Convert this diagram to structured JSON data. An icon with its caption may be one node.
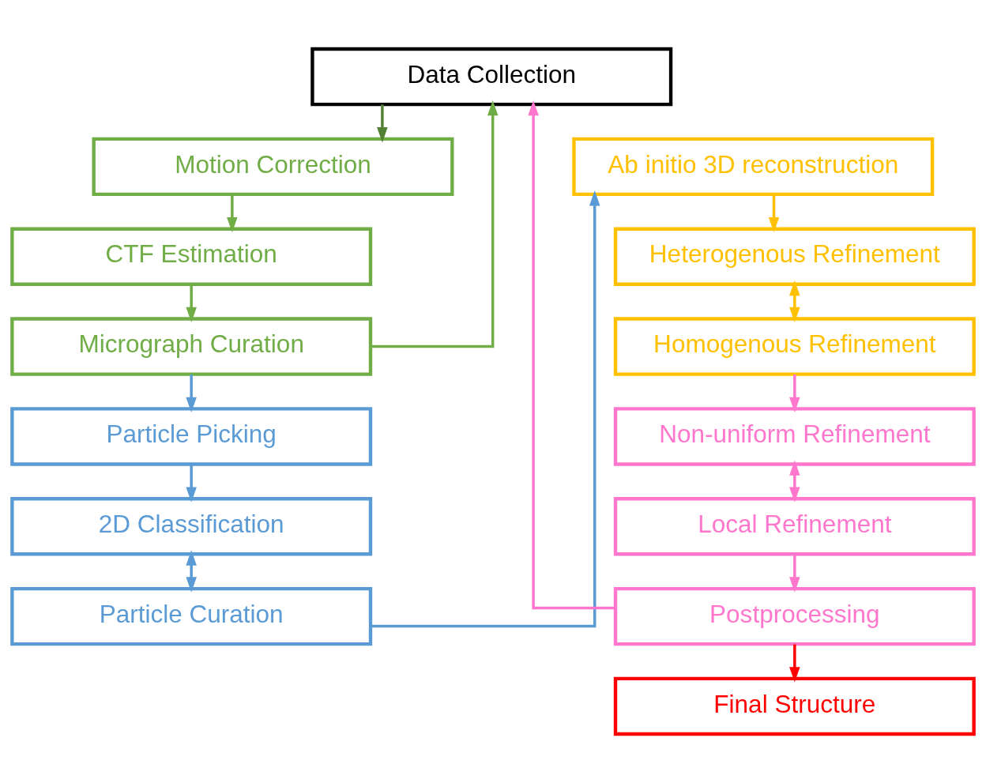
{
  "diagram": {
    "nodes": [
      {
        "text": [
          "Data Collection"
        ]
      },
      {
        "text": [
          "Motion Correction"
        ]
      },
      {
        "text": [
          "CTF Estimation"
        ]
      },
      {
        "text": [
          "Micrograph Curation"
        ]
      },
      {
        "text": [
          "Particle Picking"
        ]
      },
      {
        "text": [
          "2D Classification"
        ]
      },
      {
        "text": [
          "Particle Curation"
        ]
      },
      {
        "text": [
          "Ab initio 3D reconstruction"
        ]
      },
      {
        "text": [
          "Heterogenous Refinement"
        ]
      },
      {
        "text": [
          "Homogenous Refinement"
        ]
      },
      {
        "text": [
          "Non-uniform Refinement"
        ]
      },
      {
        "text": [
          "Local Refinement"
        ]
      },
      {
        "text": [
          "Postprocessing"
        ]
      },
      {
        "text": [
          "Final Structure"
        ]
      }
    ],
    "edges": [
      {
        "from": 0,
        "to": 1,
        "arrow": "to",
        "color": "#548235"
      },
      {
        "from": 1,
        "to": 2,
        "arrow": "to",
        "color": "#70ad47"
      },
      {
        "from": 2,
        "to": 3,
        "arrow": "to",
        "color": "#70ad47"
      },
      {
        "from": 3,
        "to": 0,
        "arrow": "to",
        "color": "#70ad47"
      },
      {
        "from": 3,
        "to": 4,
        "arrow": "to",
        "color": "#5b9bd5"
      },
      {
        "from": 4,
        "to": 5,
        "arrow": "to",
        "color": "#5b9bd5"
      },
      {
        "from": 5,
        "to": 6,
        "arrow": "both",
        "color": "#5b9bd5"
      },
      {
        "from": 6,
        "to": 7,
        "arrow": "to",
        "color": "#5b9bd5"
      },
      {
        "from": 7,
        "to": 8,
        "arrow": "to",
        "color": "#ffc000"
      },
      {
        "from": 8,
        "to": 9,
        "arrow": "both",
        "color": "#ffc000"
      },
      {
        "from": 9,
        "to": 10,
        "arrow": "to",
        "color": "#ff77cc"
      },
      {
        "from": 10,
        "to": 11,
        "arrow": "both",
        "color": "#ff77cc"
      },
      {
        "from": 11,
        "to": 12,
        "arrow": "to",
        "color": "#ff77cc"
      },
      {
        "from": 12,
        "to": 0,
        "arrow": "to",
        "color": "#ff77cc"
      },
      {
        "from": 12,
        "to": 13,
        "arrow": "to",
        "color": "#ff0000"
      }
    ]
  }
}
